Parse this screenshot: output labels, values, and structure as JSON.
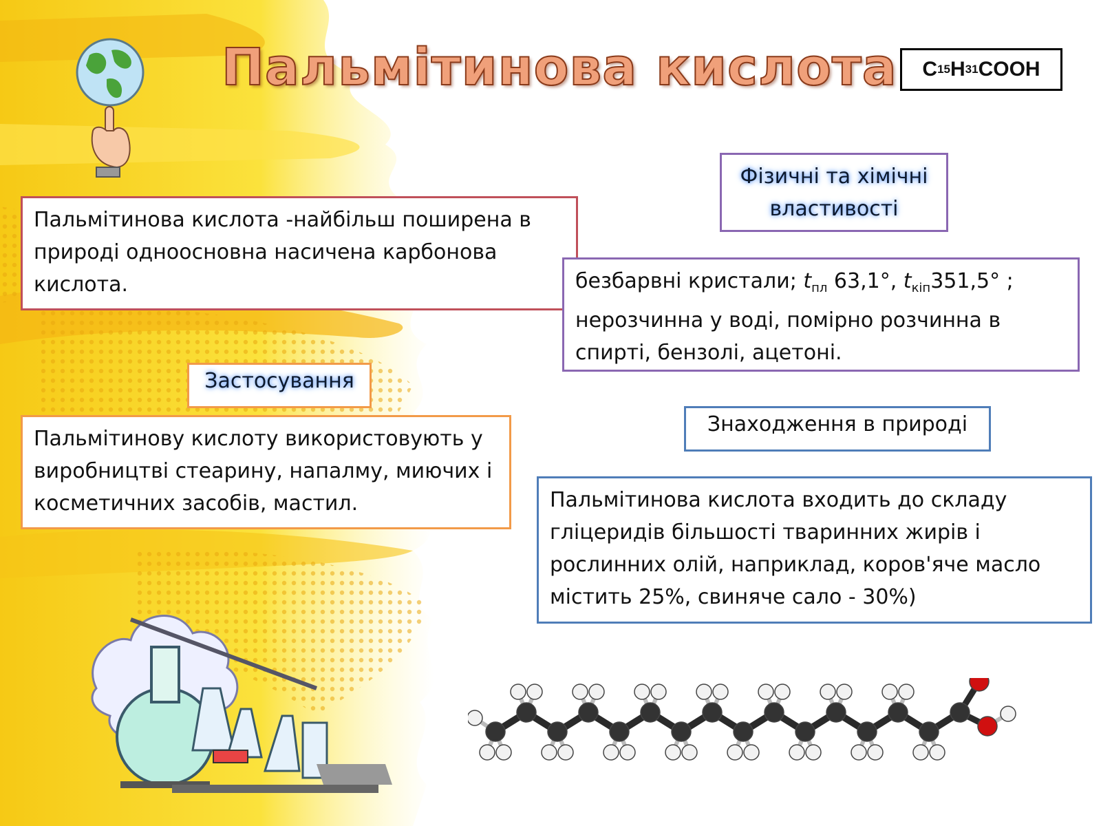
{
  "slide": {
    "title": "Пальмітинова кислота",
    "formula": {
      "c": "C",
      "c_n": "15",
      "h": "H",
      "h_n": "31",
      "tail": "COOH"
    },
    "definition": "Пальмітинова кислота -найбільш поширена в природі одноосновна насичена карбонова кислота.",
    "properties_heading": "Фізичні та хімічні властивості",
    "properties": {
      "part1": "безбарвні кристали; ",
      "t1": "t",
      "t1_sub": "пл",
      "v1": " 63,1°, ",
      "t2": "t",
      "t2_sub": "кіп",
      "v2": "351,5° ; нерозчинна у воді, помірно розчинна в спирті, бензолі, ацетоні."
    },
    "usage_heading": "Застосування",
    "usage_text": "Пальмітинову кислоту використовують у виробництві стеарину, напалму, миючих і косметичних засобів, мастил.",
    "nature_heading": "Знаходження в природі",
    "nature_text": "Пальмітинова кислота входить до складу гліцеридів більшості тваринних жирів і рослинних олій, наприклад, коров'яче масло містить 25%, свиняче сало - 30%)"
  },
  "colors": {
    "background_yellow": "#f7d21a",
    "title_fill": "#f0a07a",
    "definition_border": "#c0505a",
    "properties_border": "#8a67b2",
    "usage_border": "#f29a48",
    "nature_border": "#4f7db8"
  },
  "illustrations": [
    "globe-on-finger-icon",
    "lab-glassware-icon",
    "molecule-model-icon"
  ]
}
